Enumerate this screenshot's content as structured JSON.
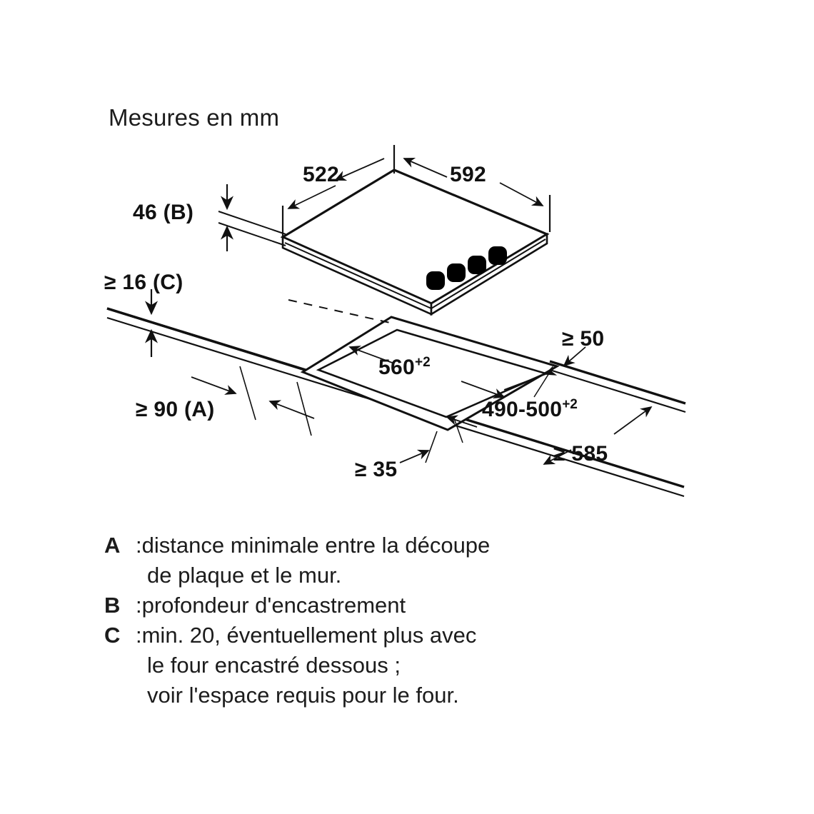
{
  "heading": "Mesures en mm",
  "dimensions": {
    "width_top": "522",
    "width_front": "592",
    "recess_depth": "46 (B)",
    "worktop_thickness": "≥ 16 (C)",
    "rear_clearance": "≥ 50",
    "cutout_width": "560",
    "cutout_width_tol": "+2",
    "cutout_depth": "490-500",
    "cutout_depth_tol": "+2",
    "wall_distance": "≥ 90 (A)",
    "cabinet_width": "≥ 585",
    "front_edge": "≥ 35"
  },
  "legend": [
    {
      "key": "A",
      "lines": [
        ":distance minimale entre la découpe",
        "de plaque et le mur."
      ]
    },
    {
      "key": "B",
      "lines": [
        ":profondeur d'encastrement"
      ]
    },
    {
      "key": "C",
      "lines": [
        ":min. 20, éventuellement plus avec",
        "le four encastré dessous ;",
        "voir l'espace requis pour le four."
      ]
    }
  ],
  "drawing": {
    "type": "isometric-installation-diagram",
    "subject": "built-in gas cooktop and worktop cutout",
    "line_color": "#111111",
    "background_color": "#ffffff",
    "knob_count": 4,
    "knob_color": "#000000"
  }
}
